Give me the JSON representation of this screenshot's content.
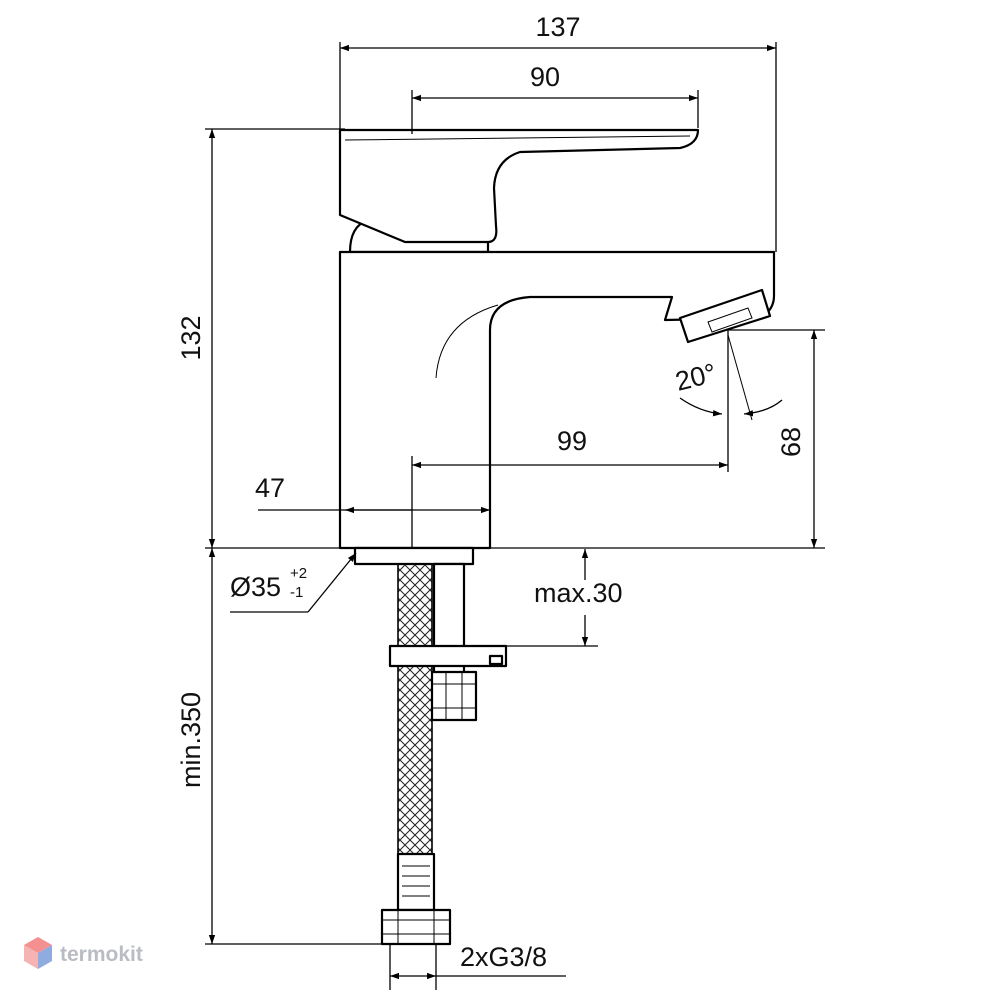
{
  "dimensions": {
    "total_width": "137",
    "lever_length": "90",
    "height": "132",
    "aerator_height": "68",
    "spout_reach": "99",
    "base_offset": "47",
    "hole_diameter": "Ø35",
    "hole_tol_plus": "+2",
    "hole_tol_minus": "-1",
    "max_thickness": "max.30",
    "hose_length": "min.350",
    "connection": "2xG3/8",
    "aerator_angle": "20°"
  },
  "watermark": {
    "text": "termokit"
  },
  "colors": {
    "line": "#000000",
    "watermark": "#b9bcc2",
    "logo_red": "#f26b6b",
    "logo_blue": "#6b8fd6"
  }
}
